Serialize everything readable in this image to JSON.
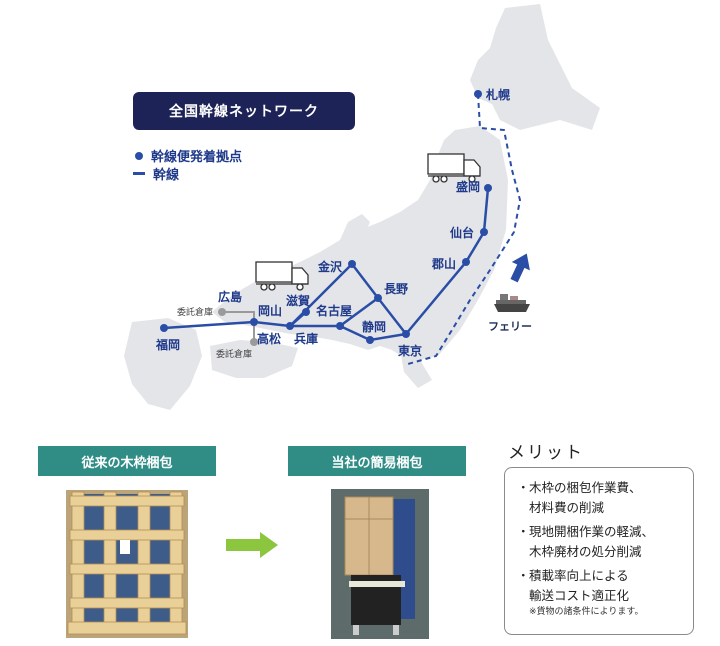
{
  "network_title": "全国幹線ネットワーク",
  "legend": {
    "base_label": "幹線便発着拠点",
    "line_label": "幹線"
  },
  "cities": {
    "sapporo": "札幌",
    "morioka": "盛岡",
    "sendai": "仙台",
    "koriyama": "郡山",
    "tokyo": "東京",
    "shizuoka": "静岡",
    "nagano": "長野",
    "nagoya": "名古屋",
    "kanazawa": "金沢",
    "shiga": "滋賀",
    "hyogo": "兵庫",
    "okayama": "岡山",
    "takamatsu": "高松",
    "hiroshima": "広島",
    "fukuoka": "福岡"
  },
  "warehouse_1": "委託倉庫",
  "warehouse_2": "委託倉庫",
  "ferry_label": "フェリー",
  "comparison": {
    "before_title": "従来の木枠梱包",
    "after_title": "当社の簡易梱包"
  },
  "merit": {
    "title": "メリット",
    "items": [
      {
        "bullet": "・",
        "line1": "木枠の梱包作業費、",
        "line2": "材料費の削減"
      },
      {
        "bullet": "・",
        "line1": "現地開梱作業の軽減、",
        "line2": "木枠廃材の処分削減"
      },
      {
        "bullet": "・",
        "line1": "積載率向上による",
        "line2": "輸送コスト適正化"
      }
    ],
    "note": "※貨物の諸条件によります。"
  },
  "colors": {
    "map_land": "#e4e5e9",
    "route": "#2a4da6",
    "title_bg": "#1d2356",
    "header_bar": "#2f8d86",
    "arrow": "#8cc63f"
  }
}
